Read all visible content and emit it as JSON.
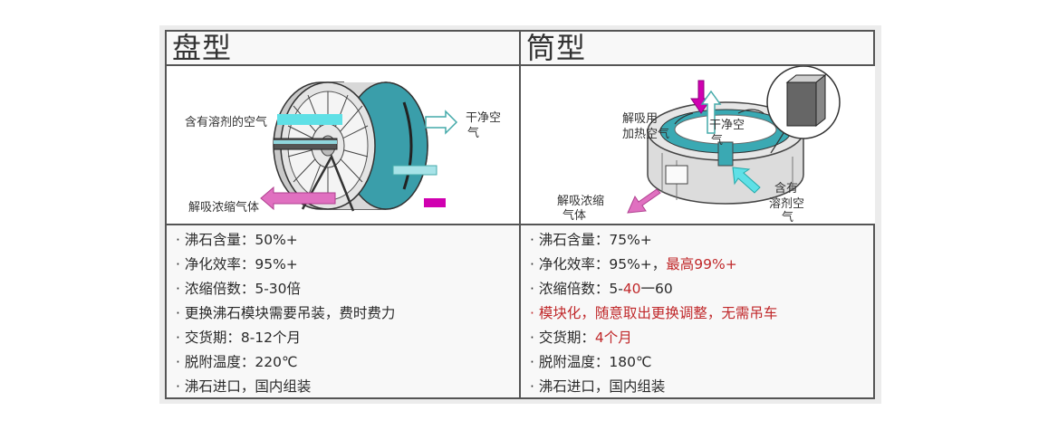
{
  "colors": {
    "teal": "#3a9eaa",
    "cyan_arrow": "#5fe0e6",
    "pink_arrow": "#e070c0",
    "magenta": "#d000b0",
    "red_text": "#c0282a"
  },
  "left": {
    "title": "盘型",
    "labels": {
      "inlet": "含有溶剂的空气",
      "outlet_1": "干净空",
      "outlet_2": "气",
      "desorb": "解吸浓缩气体"
    },
    "specs": [
      "· 沸石含量：50%+",
      "· 净化效率：95%+",
      "· 浓缩倍数：5-30倍",
      "· 更换沸石模块需要吊装，费时费力",
      "· 交货期：8-12个月",
      "· 脱附温度：220℃",
      "· 沸石进口，国内组装"
    ]
  },
  "right": {
    "title": "筒型",
    "labels": {
      "heat_1": "解吸用",
      "heat_2": "加热空气",
      "clean_1": "干净空",
      "clean_2": "气",
      "desorb_1": "解吸浓缩",
      "desorb_2": "气体",
      "inlet_1": "含有",
      "inlet_2": "溶剂空",
      "inlet_3": "气"
    },
    "specs": [
      {
        "a": "· 沸石含量：75%+",
        "b": ""
      },
      {
        "a": "· 净化效率：95%+，",
        "b": "最高99%+"
      },
      {
        "a": "· 浓缩倍数：5-",
        "b": "40",
        "c": "一60"
      },
      {
        "a": "",
        "b": "· 模块化，随意取出更换调整，无需吊车"
      },
      {
        "a": "· 交货期：",
        "b": "4个月"
      },
      {
        "a": "· 脱附温度：180℃",
        "b": ""
      },
      {
        "a": "· 沸石进口，国内组装",
        "b": ""
      }
    ]
  }
}
